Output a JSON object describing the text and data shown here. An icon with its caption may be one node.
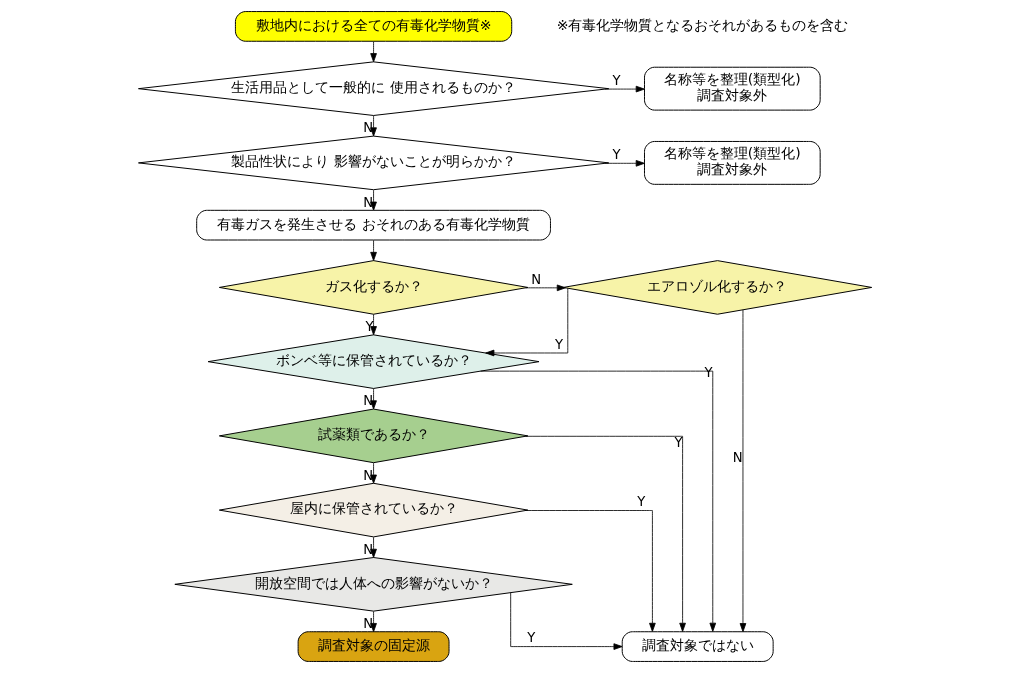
{
  "diagram": {
    "nodes": [
      {
        "text": [
          "敷地内における全ての有毒化学物質※"
        ]
      },
      {
        "text": [
          "生活用品として一般的に 使用されるものか？"
        ]
      },
      {
        "text": [
          "名称等を整理(類型化)",
          "調査対象外"
        ]
      },
      {
        "text": [
          "製品性状により 影響がないことが明らかか？"
        ]
      },
      {
        "text": [
          "名称等を整理(類型化)",
          "調査対象外"
        ]
      },
      {
        "text": [
          "有毒ガスを発生させる おそれのある有毒化学物質"
        ]
      },
      {
        "text": [
          "ガス化するか？"
        ]
      },
      {
        "text": [
          "エアロゾル化するか？"
        ]
      },
      {
        "text": [
          "ボンベ等に保管されているか？"
        ]
      },
      {
        "text": [
          "試薬類であるか？"
        ]
      },
      {
        "text": [
          "屋内に保管されているか？"
        ]
      },
      {
        "text": [
          "開放空間では人体への影響がないか？"
        ]
      },
      {
        "text": [
          "調査対象の固定源"
        ]
      },
      {
        "text": [
          "調査対象ではない"
        ]
      }
    ],
    "edges": [
      {
        "from": 0,
        "to": 1,
        "arrow": "to"
      },
      {
        "from": 1,
        "to": 2,
        "arrow": "to",
        "label": "Y"
      },
      {
        "from": 1,
        "to": 3,
        "arrow": "to",
        "label": "N"
      },
      {
        "from": 3,
        "to": 4,
        "arrow": "to",
        "label": "Y"
      },
      {
        "from": 3,
        "to": 5,
        "arrow": "to",
        "label": "N"
      },
      {
        "from": 5,
        "to": 6,
        "arrow": "to"
      },
      {
        "from": 6,
        "to": 7,
        "arrow": "to",
        "label": "N"
      },
      {
        "from": 6,
        "to": 8,
        "arrow": "to",
        "label": "Y"
      },
      {
        "from": 7,
        "to": 8,
        "arrow": "to",
        "label": "Y"
      },
      {
        "from": 7,
        "to": 13,
        "arrow": "to",
        "label": "N"
      },
      {
        "from": 8,
        "to": 13,
        "arrow": "to",
        "label": "Y"
      },
      {
        "from": 8,
        "to": 9,
        "arrow": "to",
        "label": "N"
      },
      {
        "from": 9,
        "to": 13,
        "arrow": "to",
        "label": "Y"
      },
      {
        "from": 9,
        "to": 10,
        "arrow": "to",
        "label": "N"
      },
      {
        "from": 10,
        "to": 13,
        "arrow": "to",
        "label": "Y"
      },
      {
        "from": 10,
        "to": 11,
        "arrow": "to",
        "label": "N"
      },
      {
        "from": 11,
        "to": 13,
        "arrow": "to",
        "label": "Y"
      },
      {
        "from": 11,
        "to": 12,
        "arrow": "to",
        "label": "N"
      }
    ],
    "labels": [
      "※有毒化学物質となるおそれがあるものを含む"
    ]
  }
}
